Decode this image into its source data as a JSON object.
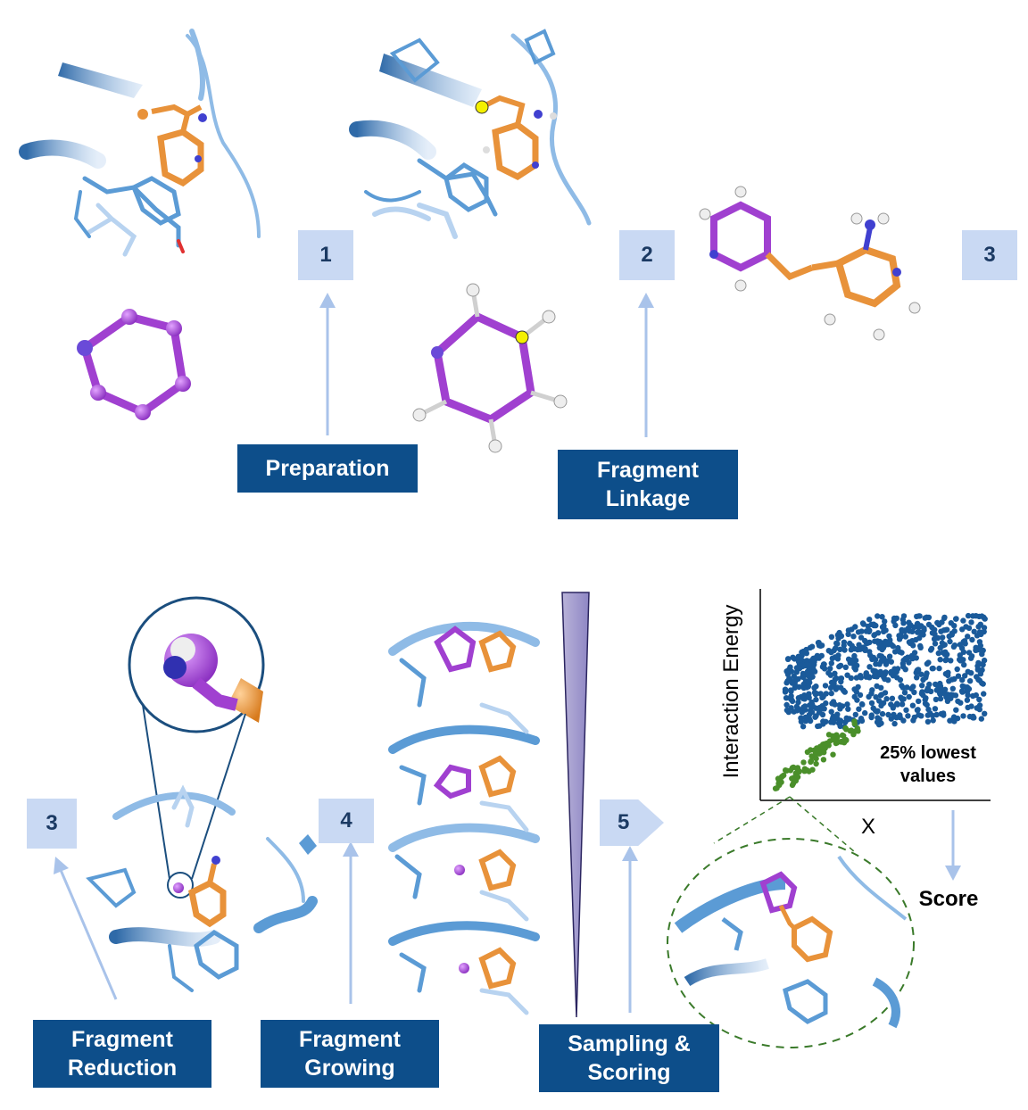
{
  "steps": [
    {
      "number": "1",
      "label": "Preparation"
    },
    {
      "number": "2",
      "label": "Fragment\nLinkage"
    },
    {
      "number": "3",
      "label": "Fragment\nReduction"
    },
    {
      "number": "4",
      "label": "Fragment\nGrowing"
    },
    {
      "number": "5",
      "label": "Sampling &\nScoring"
    }
  ],
  "top_step3_number": "3",
  "plot": {
    "ylabel": "Interaction Energy",
    "xlabel": "X",
    "annotation": "25% lowest\nvalues",
    "score_label": "Score"
  },
  "chart_data": {
    "type": "scatter",
    "xlabel": "X",
    "ylabel": "Interaction Energy",
    "series": [
      {
        "name": "",
        "color": "#1a5a9a"
      },
      {
        "name": "25% lowest values",
        "color": "#4a8f2a"
      }
    ]
  },
  "colors": {
    "label_bg": "#0d4e8a",
    "number_bg": "#c9d9f3",
    "protein": "#5b9bd5",
    "fragment_purple": "#a040d0",
    "ligand_orange": "#e8923a",
    "arrow": "#a9c3ea",
    "cluster_dash": "#3a7a2a"
  }
}
